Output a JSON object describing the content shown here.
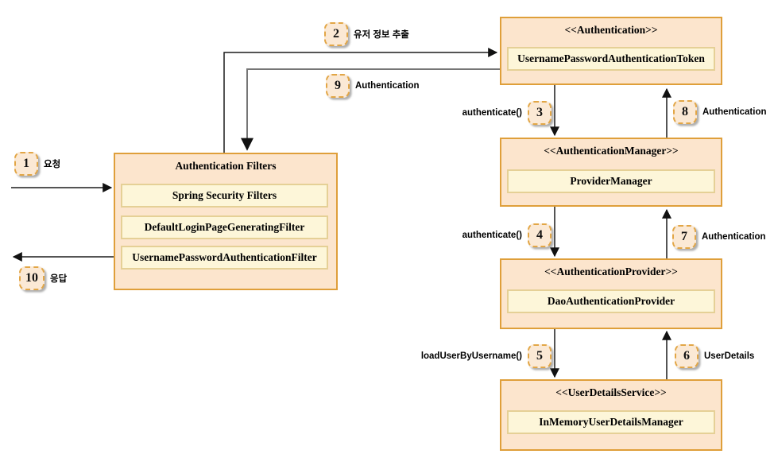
{
  "palette": {
    "box_fill": "#fce5cd",
    "box_border": "#df9f3a",
    "inner_fill": "#fdf6d9",
    "inner_border": "#e5d096",
    "badge_fill": "#fbe9d5",
    "badge_border": "#e2a646",
    "wire_black": "#1b1b1b",
    "wire_gray": "#767676"
  },
  "filters_box": {
    "title": "Authentication Filters",
    "items": [
      "Spring Security Filters",
      "DefaultLoginPageGeneratingFilter",
      "UsernamePasswordAuthenticationFilter"
    ]
  },
  "stack": [
    {
      "stereotype": "<<Authentication>>",
      "impl": "UsernamePasswordAuthenticationToken"
    },
    {
      "stereotype": "<<AuthenticationManager>>",
      "impl": "ProviderManager"
    },
    {
      "stereotype": "<<AuthenticationProvider>>",
      "impl": "DaoAuthenticationProvider"
    },
    {
      "stereotype": "<<UserDetailsService>>",
      "impl": "InMemoryUserDetailsManager"
    }
  ],
  "steps": [
    {
      "num": "1",
      "label": "요청"
    },
    {
      "num": "2",
      "label": "유저 정보 추출"
    },
    {
      "num": "3",
      "label": "authenticate()"
    },
    {
      "num": "4",
      "label": "authenticate()"
    },
    {
      "num": "5",
      "label": "loadUserByUsername()"
    },
    {
      "num": "6",
      "label": "UserDetails"
    },
    {
      "num": "7",
      "label": "Authentication"
    },
    {
      "num": "8",
      "label": "Authentication"
    },
    {
      "num": "9",
      "label": "Authentication"
    },
    {
      "num": "10",
      "label": "응답"
    }
  ]
}
